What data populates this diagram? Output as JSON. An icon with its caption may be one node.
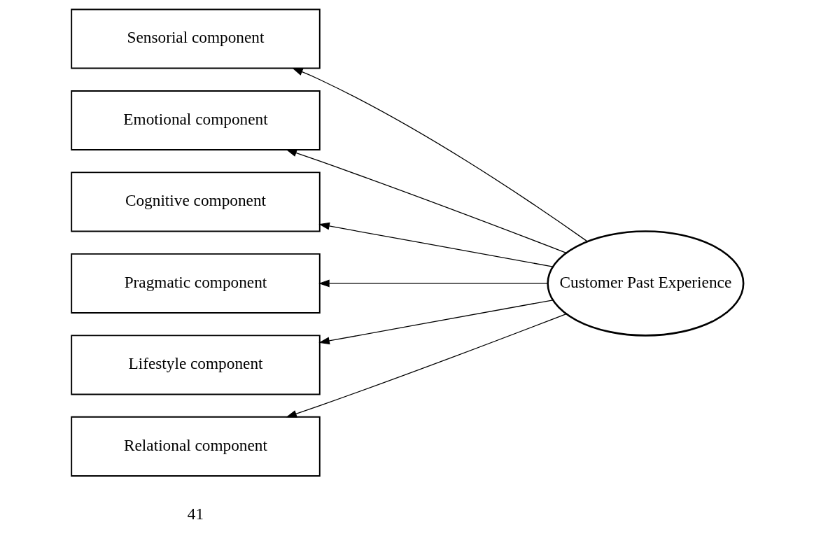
{
  "diagram": {
    "nodes": [
      {
        "text": [
          "Sensorial component"
        ]
      },
      {
        "text": [
          "Emotional component"
        ]
      },
      {
        "text": [
          "Cognitive component"
        ]
      },
      {
        "text": [
          "Pragmatic component"
        ]
      },
      {
        "text": [
          "Lifestyle component"
        ]
      },
      {
        "text": [
          "Relational component"
        ]
      },
      {
        "text": [
          "Customer Past Experience"
        ]
      }
    ],
    "edges": [
      {
        "from": 6,
        "to": 0,
        "arrow": "to"
      },
      {
        "from": 6,
        "to": 1,
        "arrow": "to"
      },
      {
        "from": 6,
        "to": 2,
        "arrow": "to"
      },
      {
        "from": 6,
        "to": 3,
        "arrow": "to"
      },
      {
        "from": 6,
        "to": 4,
        "arrow": "to"
      },
      {
        "from": 6,
        "to": 5,
        "arrow": "to"
      }
    ],
    "labels": [
      "41"
    ]
  }
}
